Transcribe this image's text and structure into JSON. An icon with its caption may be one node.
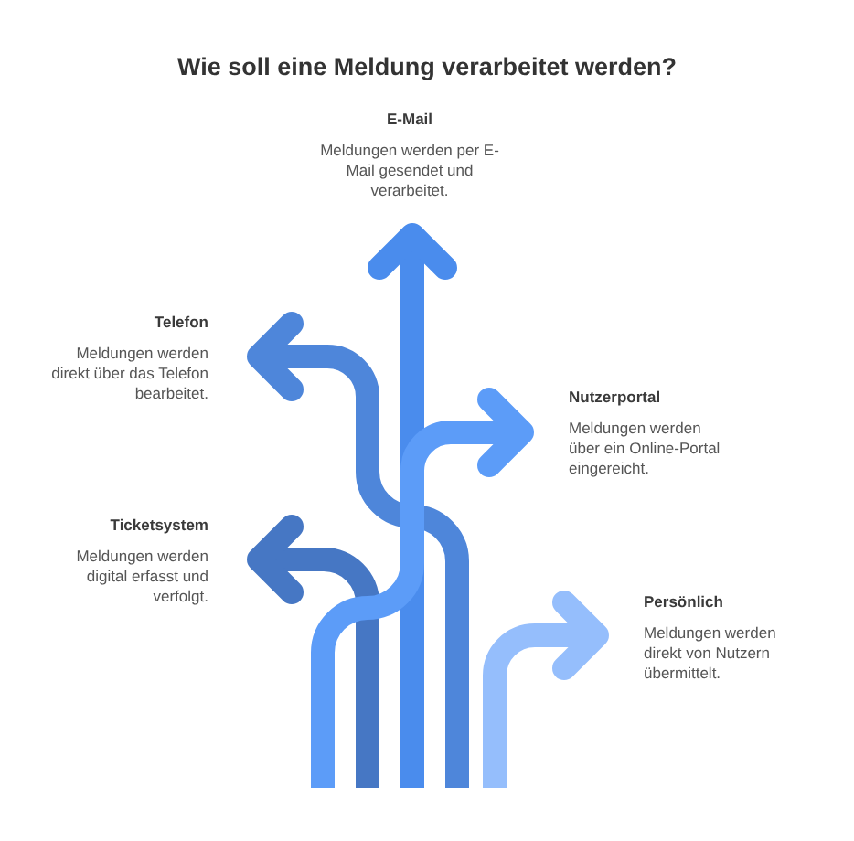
{
  "diagram": {
    "title": "Wie soll eine Meldung verarbeitet werden?",
    "nodes": [
      {
        "text": [
          "E-Mail",
          "Meldungen werden per E-Mail gesendet und verarbeitet."
        ]
      },
      {
        "text": [
          "Telefon",
          "Meldungen werden direkt über das Telefon bearbeitet."
        ]
      },
      {
        "text": [
          "Nutzerportal",
          "Meldungen werden über ein Online-Portal eingereicht."
        ]
      },
      {
        "text": [
          "Ticketsystem",
          "Meldungen werden digital erfasst und verfolgt."
        ]
      },
      {
        "text": [
          "Persönlich",
          "Meldungen werden direkt von Nutzern übermittelt."
        ]
      }
    ],
    "edges": [
      {
        "from": null,
        "to": 0,
        "arrow": "to",
        "color": "#4a8ced"
      },
      {
        "from": null,
        "to": 1,
        "arrow": "to",
        "color": "#4e86da"
      },
      {
        "from": null,
        "to": 2,
        "arrow": "to",
        "color": "#5c9cf8"
      },
      {
        "from": null,
        "to": 3,
        "arrow": "to",
        "color": "#4677c4"
      },
      {
        "from": null,
        "to": 4,
        "arrow": "to",
        "color": "#95befc"
      }
    ]
  }
}
